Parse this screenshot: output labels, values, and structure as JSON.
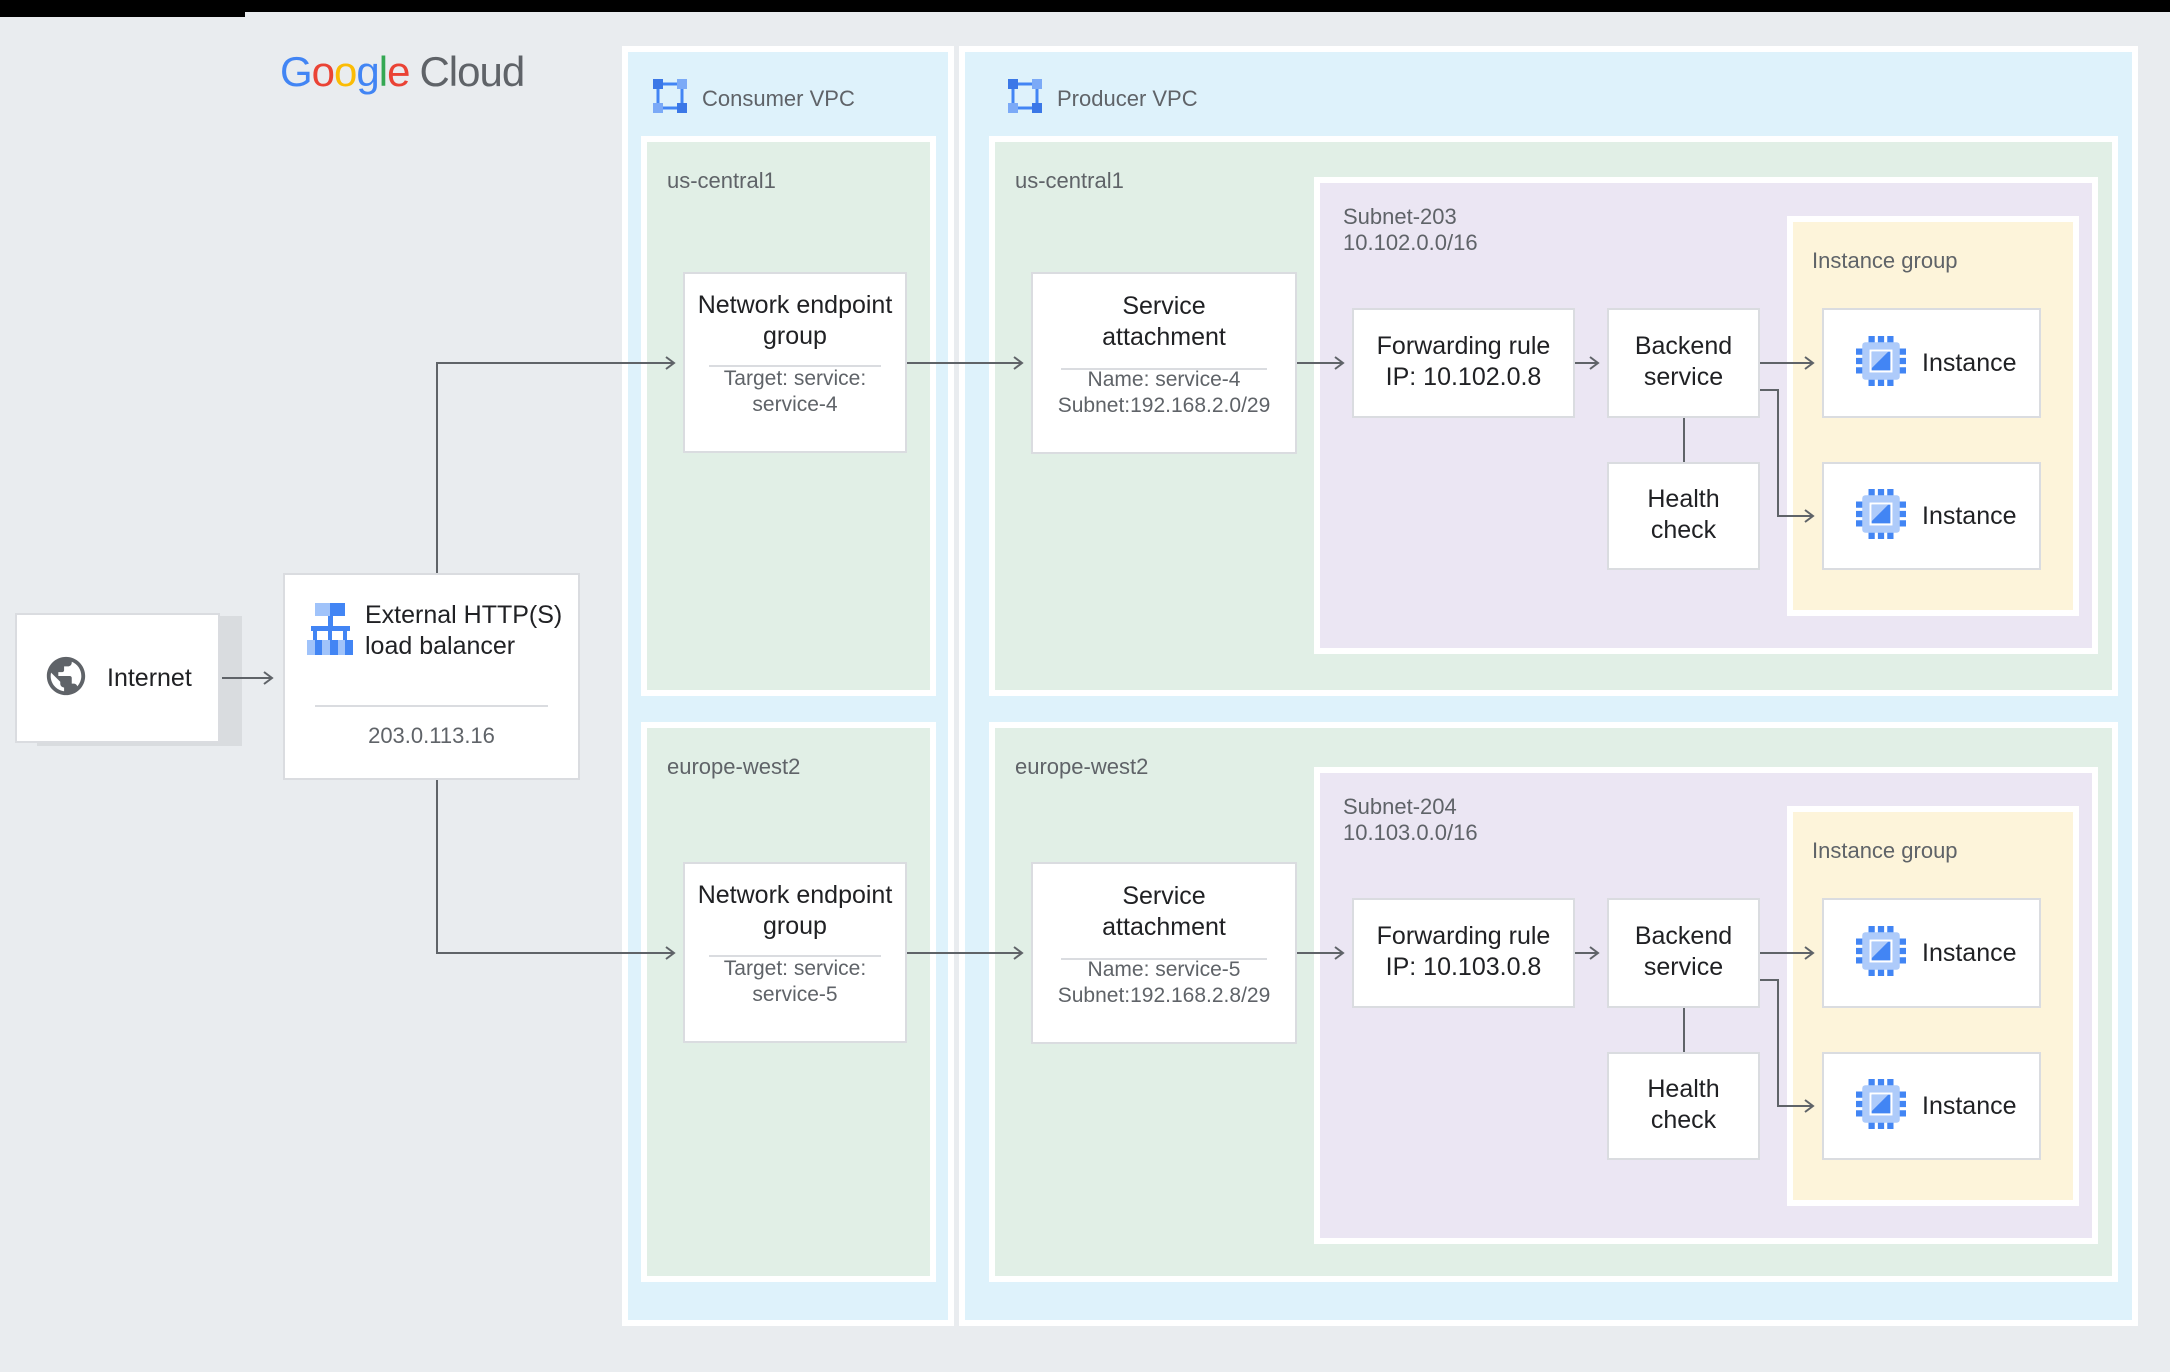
{
  "brand": {
    "google_letters": [
      {
        "c": "G"
      },
      {
        "c": "o"
      },
      {
        "c": "o"
      },
      {
        "c": "g"
      },
      {
        "c": "l"
      },
      {
        "c": "e"
      }
    ],
    "suffix": "Cloud"
  },
  "colors": {
    "background": "#e9ecef",
    "vpc_fill": "#def2fb",
    "region_fill": "#e1efe6",
    "subnet_fill": "#ebe6f3",
    "instance_group_fill": "#fdf4da",
    "node_border": "#dadce0",
    "connector": "#5f6368",
    "title_text": "#202124",
    "secondary_text": "#5f6368",
    "google_blue": "#4285F4",
    "google_blue_light": "#A0C3FA"
  },
  "internet": {
    "label": "Internet"
  },
  "load_balancer": {
    "title": "External HTTP(S) load balancer",
    "ip": "203.0.113.16"
  },
  "consumer_vpc": {
    "label": "Consumer VPC",
    "regions": [
      {
        "name": "us-central1",
        "neg": {
          "title": "Network endpoint group",
          "target_line1": "Target: service:",
          "target_line2": "service-4"
        }
      },
      {
        "name": "europe-west2",
        "neg": {
          "title": "Network endpoint group",
          "target_line1": "Target: service:",
          "target_line2": "service-5"
        }
      }
    ]
  },
  "producer_vpc": {
    "label": "Producer VPC",
    "regions": [
      {
        "name": "us-central1",
        "service_attachment": {
          "title": "Service attachment",
          "detail1": "Name: service-4",
          "detail2": "Subnet:192.168.2.0/29"
        },
        "subnet": {
          "name": "Subnet-203",
          "cidr": "10.102.0.0/16",
          "forwarding_rule": {
            "title": "Forwarding rule",
            "ip": "IP: 10.102.0.8"
          },
          "backend_service": "Backend service",
          "health_check": "Health check",
          "instance_group": {
            "label": "Instance group",
            "instances": [
              "Instance",
              "Instance"
            ]
          }
        }
      },
      {
        "name": "europe-west2",
        "service_attachment": {
          "title": "Service attachment",
          "detail1": "Name: service-5",
          "detail2": "Subnet:192.168.2.8/29"
        },
        "subnet": {
          "name": "Subnet-204",
          "cidr": "10.103.0.0/16",
          "forwarding_rule": {
            "title": "Forwarding rule",
            "ip": "IP: 10.103.0.8"
          },
          "backend_service": "Backend service",
          "health_check": "Health check",
          "instance_group": {
            "label": "Instance group",
            "instances": [
              "Instance",
              "Instance"
            ]
          }
        }
      }
    ]
  }
}
